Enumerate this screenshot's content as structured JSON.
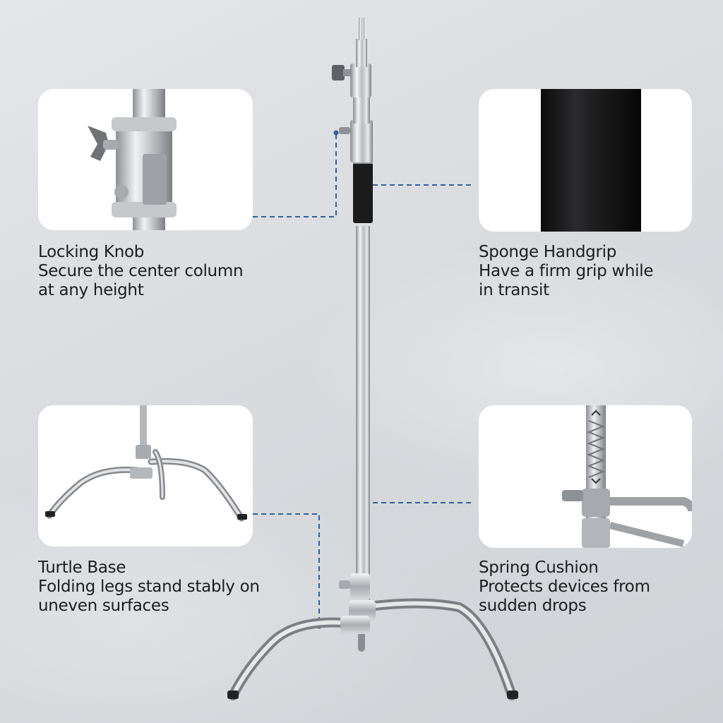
{
  "features": {
    "locking_knob": {
      "title": "Locking Knob",
      "lines": [
        "Secure the center column",
        "at any height"
      ]
    },
    "sponge_handgrip": {
      "title": "Sponge Handgrip",
      "lines": [
        "Have a firm grip while",
        "in transit"
      ]
    },
    "turtle_base": {
      "title": "Turtle Base",
      "lines": [
        "Folding legs stand stably on",
        "uneven surfaces"
      ]
    },
    "spring_cushion": {
      "title": "Spring Cushion",
      "lines": [
        "Protects devices from",
        "sudden drops"
      ]
    }
  },
  "colors": {
    "callout_line": "#2f5f9e",
    "card_bg": "#ffffff",
    "text": "#1d1d1f"
  },
  "icons": [
    "locking-knob-photo",
    "sponge-handgrip-photo",
    "turtle-base-photo",
    "spring-cushion-photo",
    "c-stand-photo"
  ]
}
